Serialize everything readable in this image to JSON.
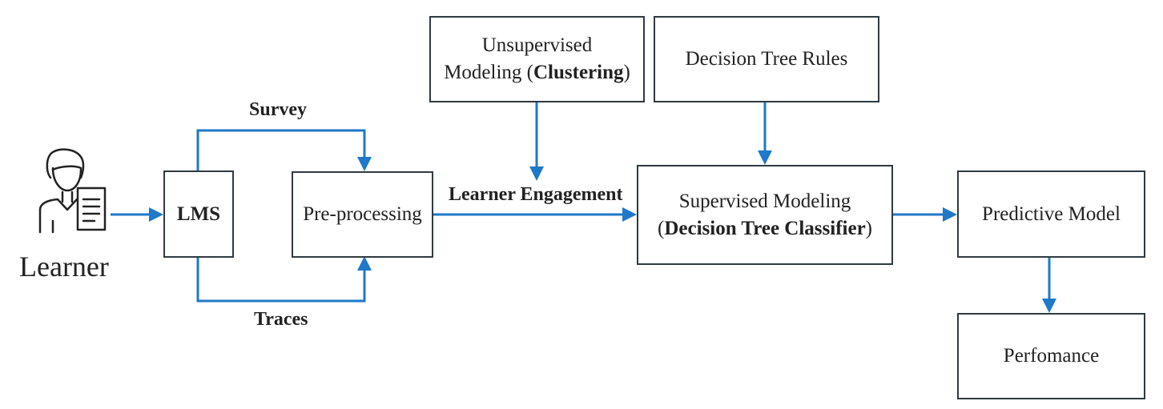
{
  "learner": {
    "label": "Learner"
  },
  "boxes": {
    "lms": "LMS",
    "preprocessing": "Pre-processing",
    "unsupervised": {
      "line1": "Unsupervised",
      "line2_prefix": "Modeling (",
      "line2_bold": "Clustering",
      "line2_suffix": ")"
    },
    "rules": "Decision Tree Rules",
    "supervised": {
      "line1": "Supervised Modeling",
      "line2_prefix": "(",
      "line2_bold": "Decision Tree Classifier",
      "line2_suffix": ")"
    },
    "predictive": "Predictive Model",
    "performance": "Perfomance"
  },
  "flows": {
    "survey": "Survey",
    "traces": "Traces",
    "engagement": "Learner Engagement"
  },
  "colors": {
    "arrow": "#1f78c8",
    "box_border": "#2e3b40"
  }
}
